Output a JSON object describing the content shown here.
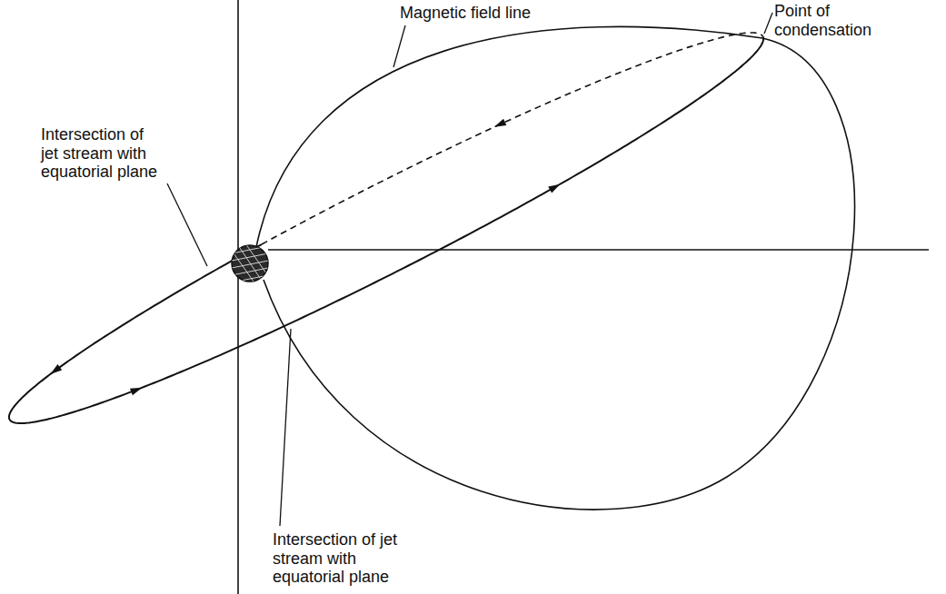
{
  "diagram": {
    "labels": [
      "Magnetic field line",
      "Point of condensation",
      "Intersection of jet stream with equatorial plane",
      "Intersection of jet stream with equatorial plane"
    ]
  }
}
